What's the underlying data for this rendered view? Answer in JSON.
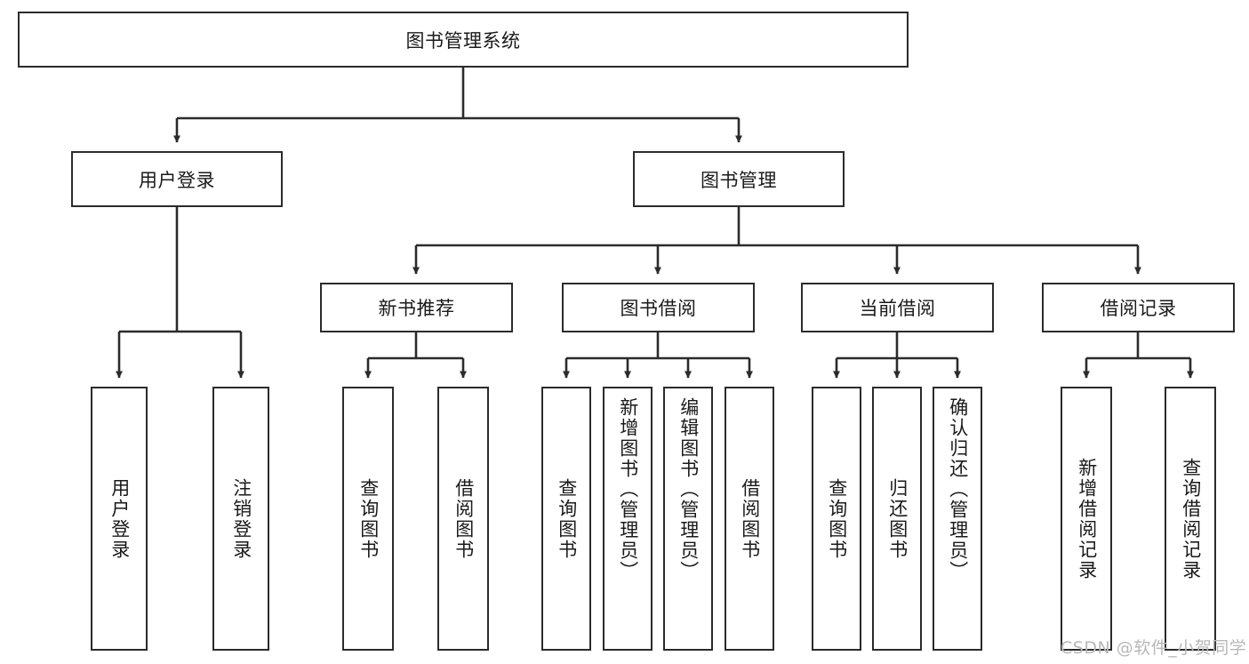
{
  "diagram": {
    "title": "图书管理系统",
    "type": "tree-hierarchy-chart",
    "stroke_color": "#2b2b2b",
    "fill_color": "#ffffff",
    "text_color": "#1a1a1a",
    "watermark": "CSDN @软件_小贺同学",
    "watermark_color": "#b8b8b8"
  },
  "nodes": {
    "root": {
      "label": "图书管理系统"
    },
    "level2": [
      {
        "id": "user-login",
        "label": "用户登录"
      },
      {
        "id": "book-management",
        "label": "图书管理"
      }
    ],
    "level3": [
      {
        "id": "new-book-recommend",
        "label": "新书推荐"
      },
      {
        "id": "book-borrow",
        "label": "图书借阅"
      },
      {
        "id": "current-borrow",
        "label": "当前借阅"
      },
      {
        "id": "borrow-record",
        "label": "借阅记录"
      }
    ],
    "leaves": [
      {
        "id": "leaf-user-login",
        "label": "用户登录",
        "parent": "user-login"
      },
      {
        "id": "leaf-logout",
        "label": "注销登录",
        "parent": "user-login"
      },
      {
        "id": "leaf-query-book-1",
        "label": "查询图书",
        "parent": "new-book-recommend"
      },
      {
        "id": "leaf-borrow-book-1",
        "label": "借阅图书",
        "parent": "new-book-recommend"
      },
      {
        "id": "leaf-query-book-2",
        "label": "查询图书",
        "parent": "book-borrow"
      },
      {
        "id": "leaf-add-book",
        "label": "新增图书（管理员）",
        "parent": "book-borrow"
      },
      {
        "id": "leaf-edit-book",
        "label": "编辑图书（管理员）",
        "parent": "book-borrow"
      },
      {
        "id": "leaf-borrow-book-2",
        "label": "借阅图书",
        "parent": "book-borrow"
      },
      {
        "id": "leaf-query-book-3",
        "label": "查询图书",
        "parent": "current-borrow"
      },
      {
        "id": "leaf-return-book",
        "label": "归还图书",
        "parent": "current-borrow"
      },
      {
        "id": "leaf-confirm-return",
        "label": "确认归还（管理员）",
        "parent": "current-borrow"
      },
      {
        "id": "leaf-add-record",
        "label": "新增借阅记录",
        "parent": "borrow-record"
      },
      {
        "id": "leaf-query-record",
        "label": "查询借阅记录",
        "parent": "borrow-record"
      }
    ]
  }
}
